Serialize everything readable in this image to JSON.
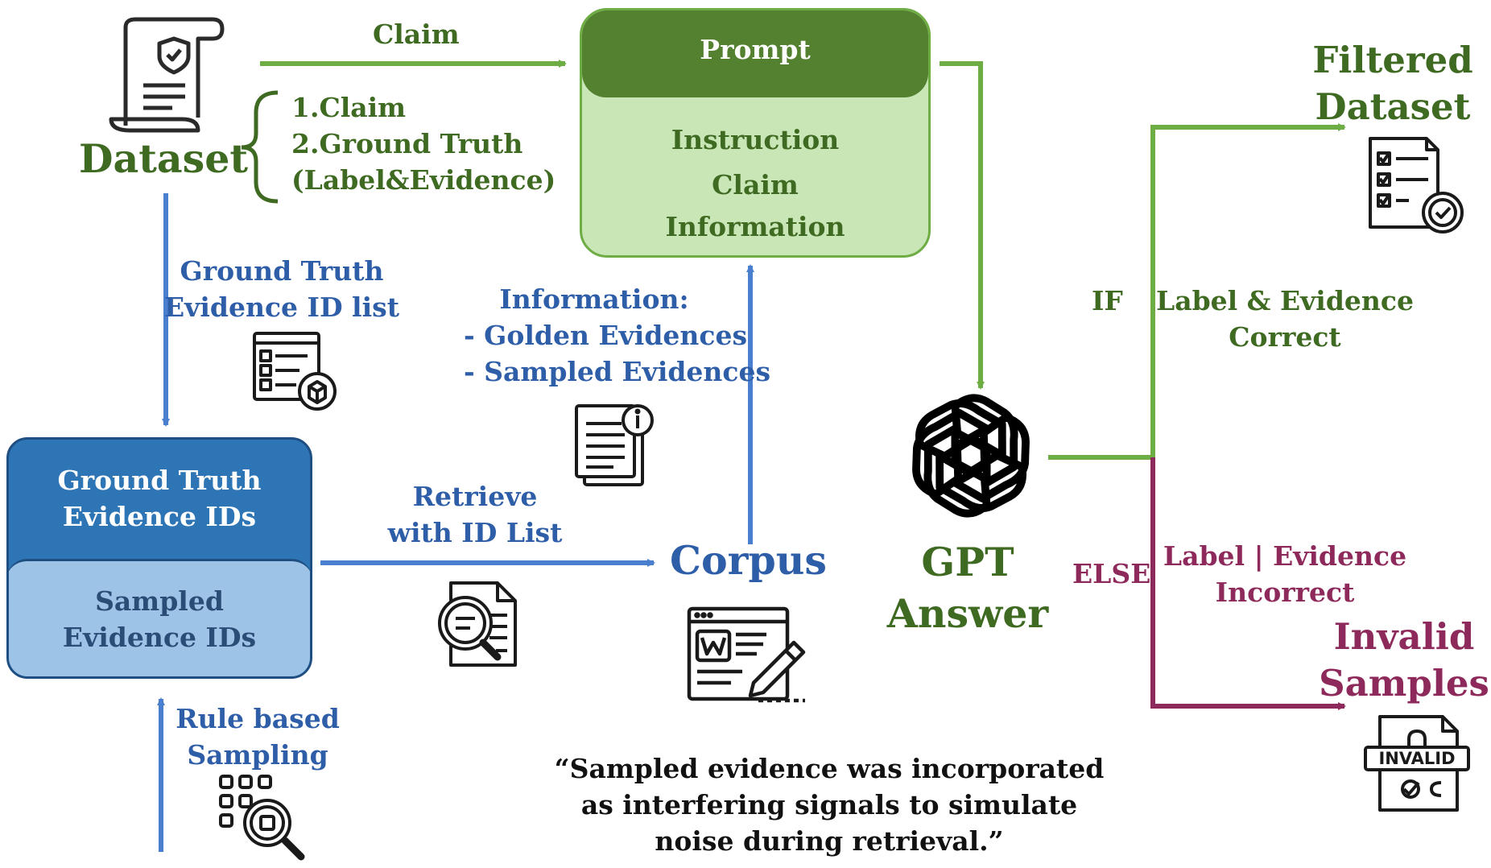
{
  "colors": {
    "green_dark": "#53812f",
    "green_light": "#c9e6b6",
    "green_arrow": "#6eac44",
    "green_text": "#3f6a22",
    "blue_arrow": "#4a7fcf",
    "blue_text": "#2f5ea8",
    "blue_dark": "#2e75b6",
    "blue_light": "#9dc3e6",
    "maroon": "#8e2a5b"
  },
  "dataset": {
    "title": "Dataset",
    "items": [
      "1.Claim",
      "2.Ground Truth",
      "(Label&Evidence)"
    ]
  },
  "claim_arrow_label": "Claim",
  "prompt": {
    "header": "Prompt",
    "lines": [
      "Instruction",
      "Claim",
      "Information"
    ]
  },
  "gt_list_label": [
    "Ground Truth",
    "Evidence ID list"
  ],
  "information": {
    "title": "Information:",
    "items": [
      "- Golden Evidences",
      "- Sampled Evidences"
    ]
  },
  "evidence_box": {
    "top": [
      "Ground Truth",
      "Evidence IDs"
    ],
    "bottom": [
      "Sampled",
      "Evidence IDs"
    ]
  },
  "retrieve_label": [
    "Retrieve",
    "with ID List"
  ],
  "corpus_label": "Corpus",
  "gpt_label": [
    "GPT",
    "Answer"
  ],
  "if_label": "IF",
  "correct_label": [
    "Label  & Evidence",
    "Correct"
  ],
  "else_label": "ELSE",
  "incorrect_label": [
    "Label  | Evidence",
    "Incorrect"
  ],
  "filtered_label": [
    "Filtered",
    "Dataset"
  ],
  "invalid_label": [
    "Invalid",
    "Samples"
  ],
  "invalid_stamp": "INVALID",
  "rule_label": [
    "Rule based",
    "Sampling"
  ],
  "quote": [
    "“Sampled evidence was incorporated",
    "as interfering signals to simulate",
    "noise during retrieval.”"
  ],
  "icons": [
    "certificate-scroll-icon",
    "checklist-box-icon",
    "document-info-icon",
    "document-search-icon",
    "word-document-edit-icon",
    "openai-logo-icon",
    "checklist-approved-icon",
    "invalid-file-icon",
    "grid-search-icon"
  ]
}
